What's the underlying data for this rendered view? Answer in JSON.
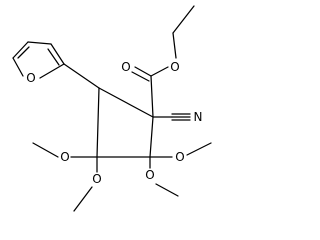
{
  "molecule": {
    "atoms": {
      "furan_oxygen": "O",
      "ester_carbonyl_oxygen": "O",
      "ester_oxygen": "O",
      "nitrile_nitrogen": "N",
      "methoxy_left_upper": "O",
      "methoxy_left_lower": "O",
      "methoxy_right_upper": "O",
      "methoxy_right_lower": "O"
    }
  }
}
